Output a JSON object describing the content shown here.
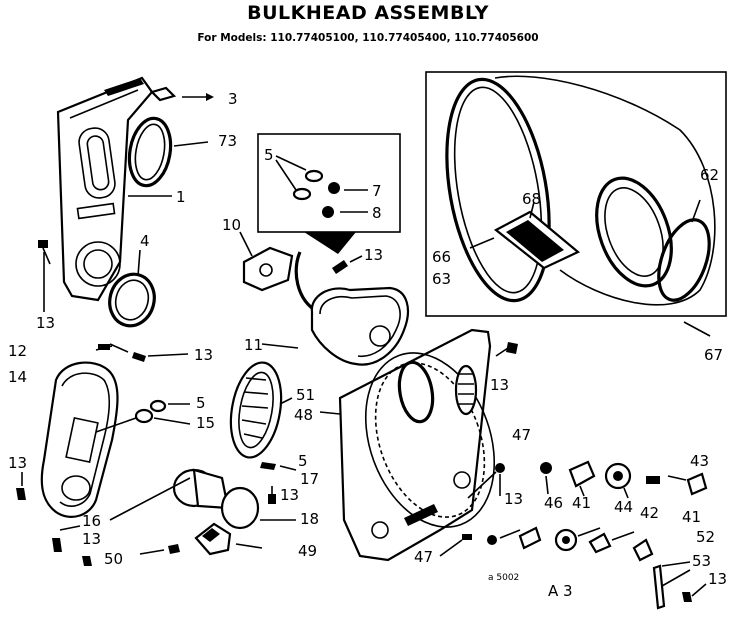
{
  "header": {
    "title": "BULKHEAD ASSEMBLY",
    "subtitle": "For Models: 110.77405100, 110.77405400, 110.77405600"
  },
  "callouts": {
    "c3": "3",
    "c73": "73",
    "c1": "1",
    "c4": "4",
    "c13a": "13",
    "c5a": "5",
    "c7": "7",
    "c8": "8",
    "c10": "10",
    "c13b": "13",
    "c66": "66",
    "c68": "68",
    "c62": "62",
    "c63": "63",
    "c67": "67",
    "c11": "11",
    "c12": "12",
    "c13c": "13",
    "c14": "14",
    "c5b": "5",
    "c15": "15",
    "c51": "51",
    "c48": "48",
    "c13d": "13",
    "c13e": "13",
    "c5c": "5",
    "c17": "17",
    "c13f": "13",
    "c18": "18",
    "c16": "16",
    "c13g": "13",
    "c50": "50",
    "c49": "49",
    "c47a": "47",
    "c13h": "13",
    "c46": "46",
    "c41a": "41",
    "c44": "44",
    "c42": "42",
    "c43": "43",
    "c41b": "41",
    "c52": "52",
    "c53": "53",
    "c13i": "13",
    "c47b": "47"
  },
  "footer": {
    "code": "a 5002",
    "page": "A 3"
  }
}
